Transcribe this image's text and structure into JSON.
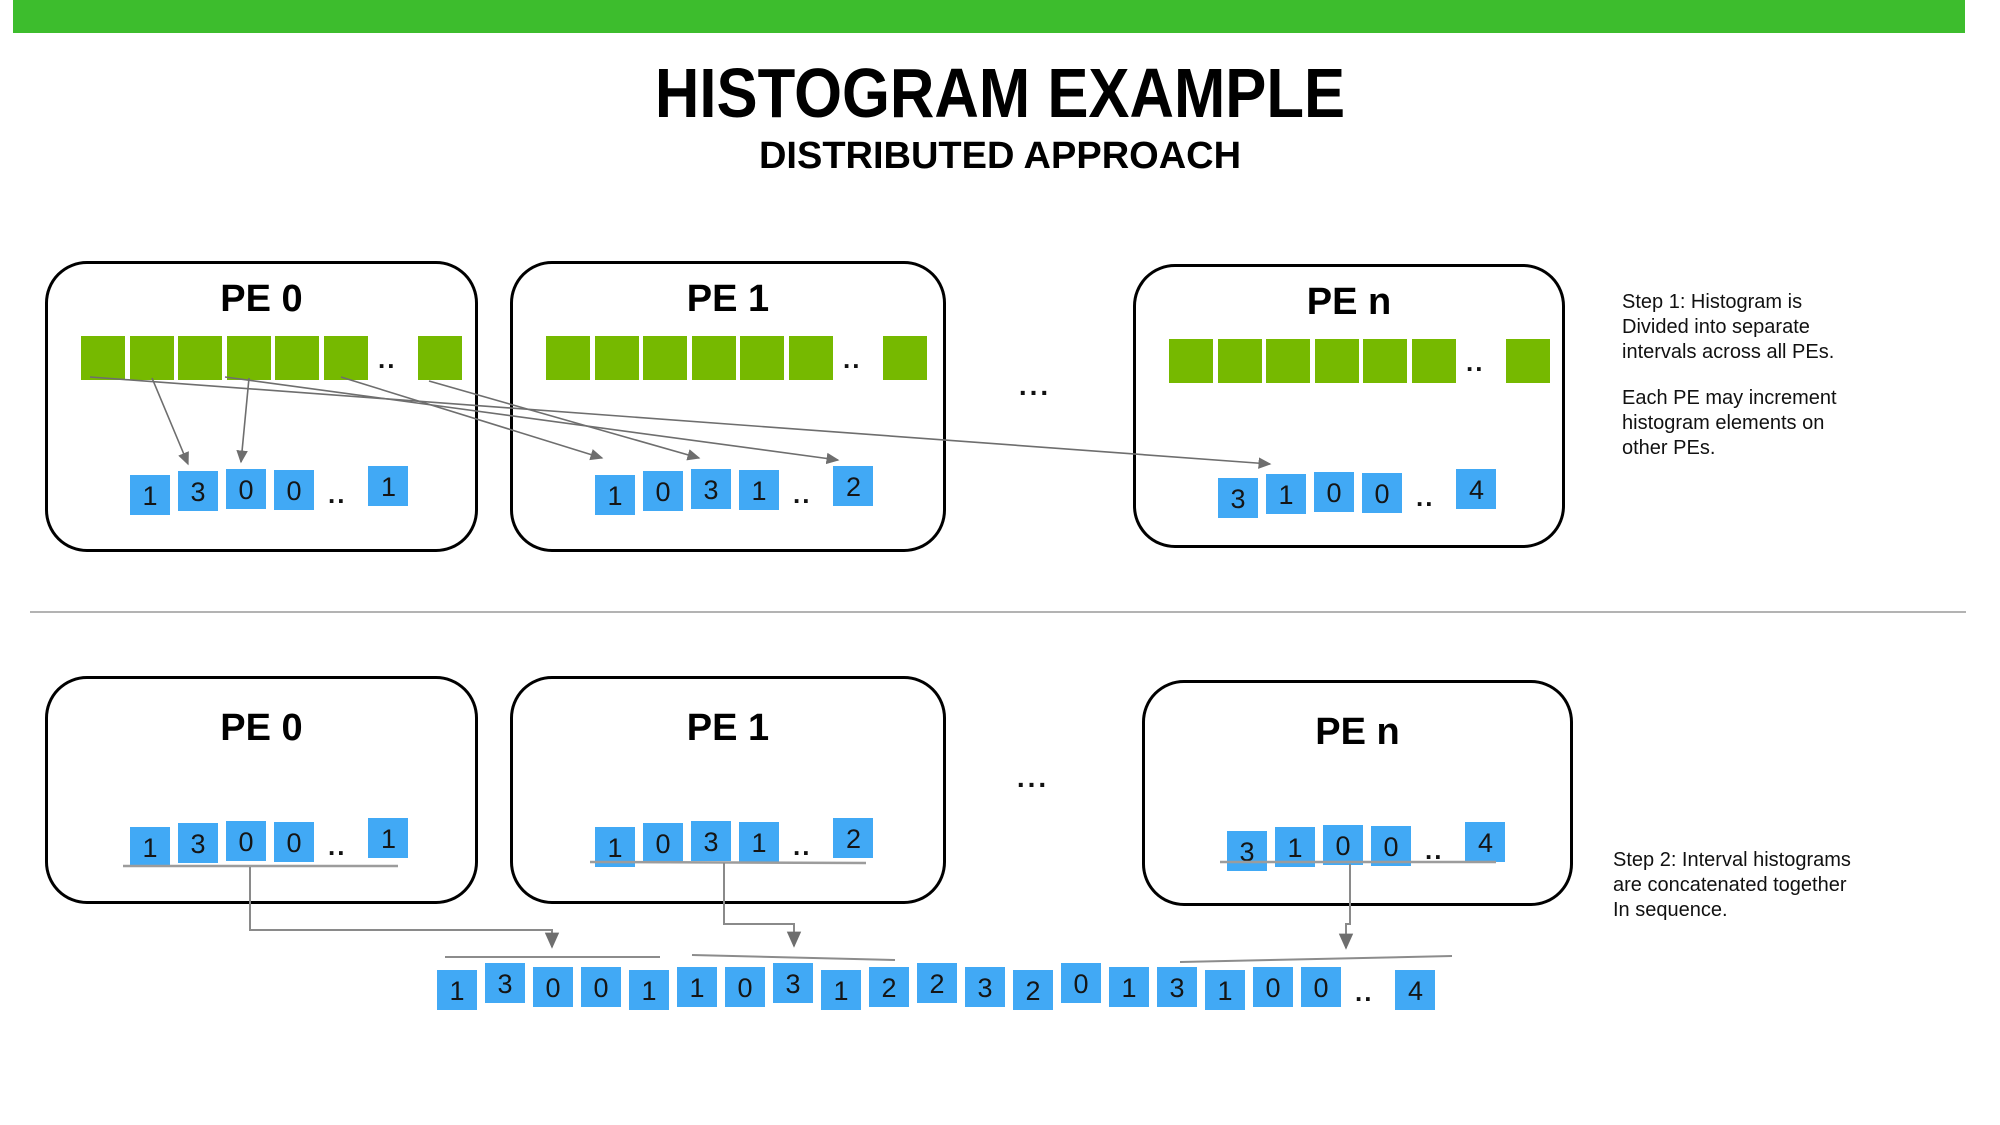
{
  "slide": {
    "title": "HISTOGRAM EXAMPLE",
    "subtitle": "DISTRIBUTED APPROACH"
  },
  "colors": {
    "accent_bar": "#3DBD2D",
    "interval_green": "#76B900",
    "bin_blue": "#41A9F5"
  },
  "ellipsis": {
    "squares": "..",
    "between_pes": "..."
  },
  "step1": {
    "caption_division": "Step 1: Histogram is\nDivided into separate\nintervals across all PEs.",
    "caption_increment": "Each PE may increment\nhistogram elements on\nother PEs.",
    "interval_squares_before_ellipsis": 6,
    "interval_squares_after_ellipsis": 1,
    "pes": [
      {
        "label": "PE 0",
        "bins": [
          "1",
          "3",
          "0",
          "0"
        ],
        "last_bin": "1"
      },
      {
        "label": "PE 1",
        "bins": [
          "1",
          "0",
          "3",
          "1"
        ],
        "last_bin": "2"
      },
      {
        "label": "PE n",
        "bins": [
          "3",
          "1",
          "0",
          "0"
        ],
        "last_bin": "4"
      }
    ]
  },
  "step2": {
    "caption": "Step 2: Interval histograms\nare concatenated together\nIn sequence.",
    "pes": [
      {
        "label": "PE 0",
        "bins": [
          "1",
          "3",
          "0",
          "0"
        ],
        "last_bin": "1"
      },
      {
        "label": "PE 1",
        "bins": [
          "1",
          "0",
          "3",
          "1"
        ],
        "last_bin": "2"
      },
      {
        "label": "PE n",
        "bins": [
          "3",
          "1",
          "0",
          "0"
        ],
        "last_bin": "4"
      }
    ],
    "concatenated": {
      "bins": [
        "1",
        "3",
        "0",
        "0",
        "1",
        "1",
        "0",
        "3",
        "1",
        "2",
        "2",
        "3",
        "2",
        "0",
        "1",
        "3",
        "1",
        "0",
        "0"
      ],
      "last_bin": "4"
    }
  }
}
